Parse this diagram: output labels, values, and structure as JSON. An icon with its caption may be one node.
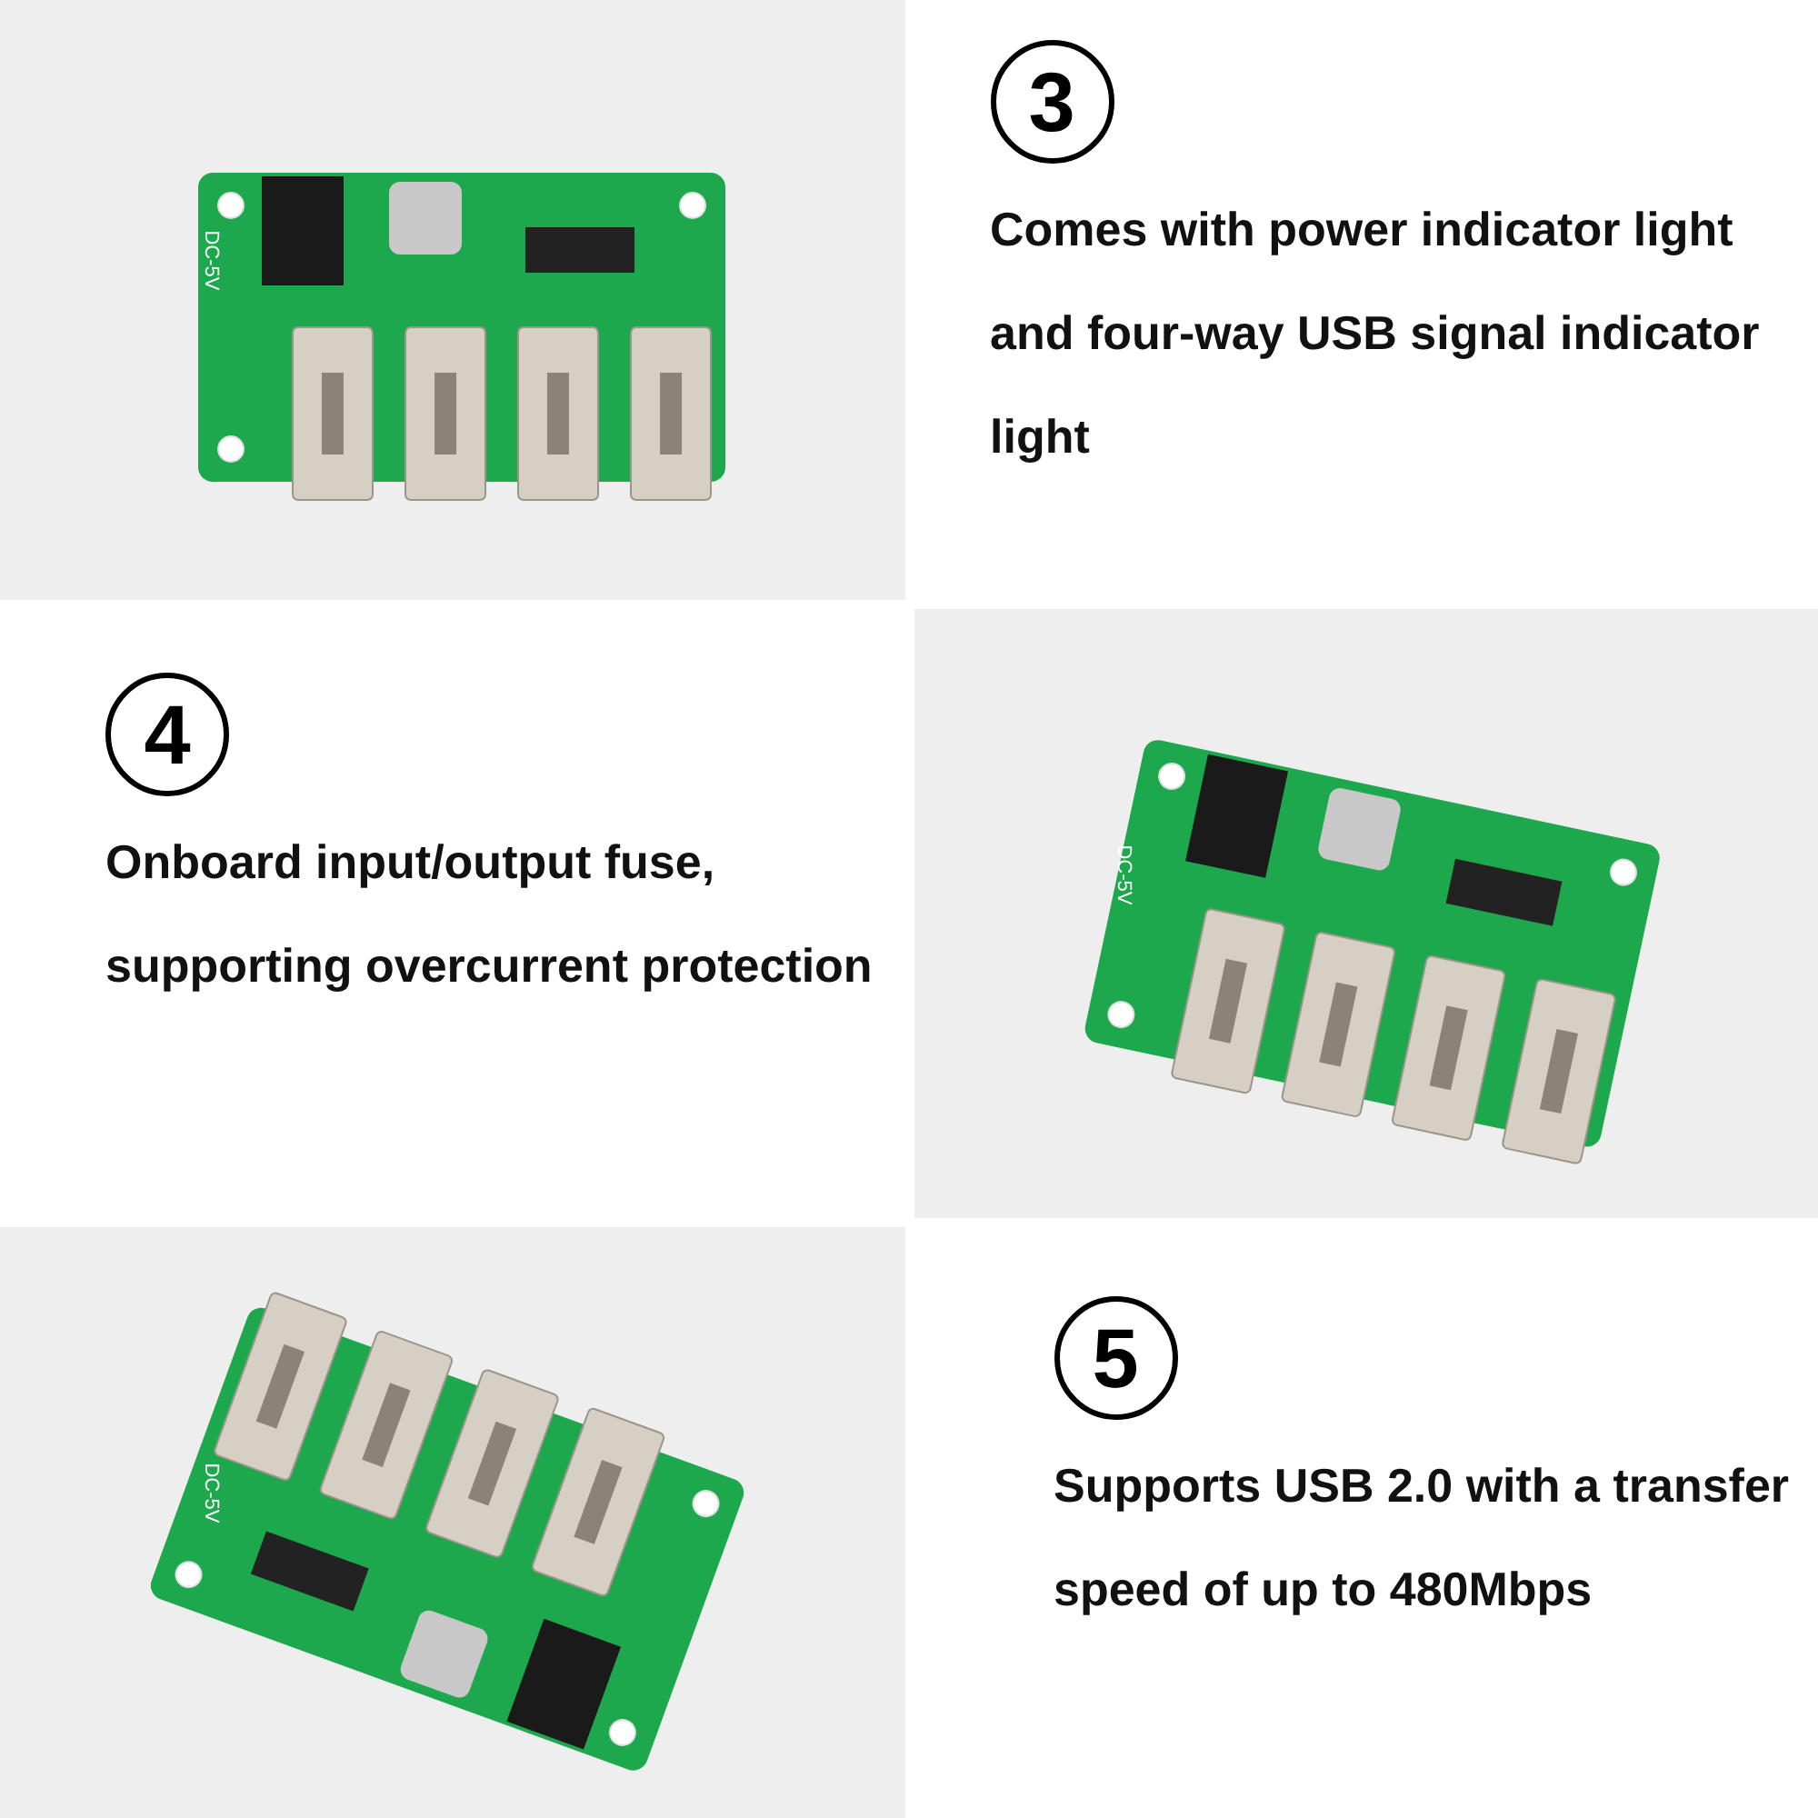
{
  "diagram": {
    "nodes": [
      {
        "text": [
          "3"
        ]
      },
      {
        "text": [
          "4"
        ]
      },
      {
        "text": [
          "5"
        ]
      }
    ],
    "labels": [
      "DC-5V",
      "Comes with power indicator light and four-way USB signal indicator light",
      "Onboard input/output fuse, supporting overcurrent protection",
      "DC-5V",
      "DC-5V",
      "Supports USB 2.0 with a transfer speed of up to 480Mbps"
    ]
  }
}
